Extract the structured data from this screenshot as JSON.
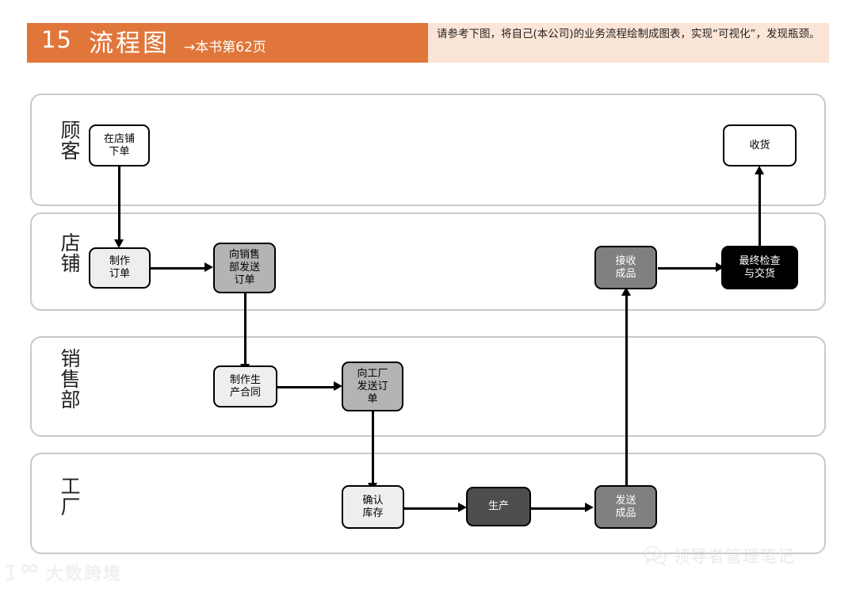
{
  "header": {
    "number": "15",
    "title": "流程图",
    "subtitle": "→本书第62页",
    "description": "请参考下图，将自己(本公司)的业务流程绘制成图表，实现“可视化”，发现瓶颈。",
    "accent_color": "#e1763b",
    "background_color": "#fbe5d6"
  },
  "lanes": [
    {
      "label": "顾\n客",
      "name": "customer"
    },
    {
      "label": "店\n铺",
      "name": "store"
    },
    {
      "label": "销\n售\n部",
      "name": "sales-dept"
    },
    {
      "label": "工\n厂",
      "name": "factory"
    }
  ],
  "nodes": [
    {
      "id": "order-in-store",
      "label": "在店铺\n下单",
      "lane": "customer",
      "fill": "#ffffff",
      "text_color": "#000000"
    },
    {
      "id": "receive-goods",
      "label": "收货",
      "lane": "customer",
      "fill": "#ffffff",
      "text_color": "#000000"
    },
    {
      "id": "create-order",
      "label": "制作\n订单",
      "lane": "store",
      "fill": "#eeeeee",
      "text_color": "#000000"
    },
    {
      "id": "send-order-sales",
      "label": "向销售\n部发送\n订单",
      "lane": "store",
      "fill": "#b4b4b4",
      "text_color": "#000000"
    },
    {
      "id": "receive-product",
      "label": "接收\n成品",
      "lane": "store",
      "fill": "#808080",
      "text_color": "#ffffff"
    },
    {
      "id": "final-check",
      "label": "最终检查\n与交货",
      "lane": "store",
      "fill": "#000000",
      "text_color": "#ffffff"
    },
    {
      "id": "make-contract",
      "label": "制作生\n产合同",
      "lane": "sales-dept",
      "fill": "#eeeeee",
      "text_color": "#000000"
    },
    {
      "id": "send-order-fact",
      "label": "向工厂\n发送订\n单",
      "lane": "sales-dept",
      "fill": "#b4b4b4",
      "text_color": "#000000"
    },
    {
      "id": "check-stock",
      "label": "确认\n库存",
      "lane": "factory",
      "fill": "#eeeeee",
      "text_color": "#000000"
    },
    {
      "id": "produce",
      "label": "生产",
      "lane": "factory",
      "fill": "#4d4d4d",
      "text_color": "#ffffff"
    },
    {
      "id": "send-finished",
      "label": "发送\n成品",
      "lane": "factory",
      "fill": "#808080",
      "text_color": "#ffffff"
    }
  ],
  "flow": [
    {
      "from": "order-in-store",
      "to": "create-order",
      "direction": "down"
    },
    {
      "from": "create-order",
      "to": "send-order-sales",
      "direction": "right"
    },
    {
      "from": "send-order-sales",
      "to": "make-contract",
      "direction": "down"
    },
    {
      "from": "make-contract",
      "to": "send-order-fact",
      "direction": "right"
    },
    {
      "from": "send-order-fact",
      "to": "check-stock",
      "direction": "down"
    },
    {
      "from": "check-stock",
      "to": "produce",
      "direction": "right"
    },
    {
      "from": "produce",
      "to": "send-finished",
      "direction": "right"
    },
    {
      "from": "send-finished",
      "to": "receive-product",
      "direction": "up"
    },
    {
      "from": "receive-product",
      "to": "final-check",
      "direction": "right"
    },
    {
      "from": "final-check",
      "to": "receive-goods",
      "direction": "up"
    }
  ],
  "watermarks": {
    "right_text": "领导者管理笔记",
    "right_icon": "wechat-icon",
    "left_text": "大数跨境",
    "left_icon": "dashukuajing-logo"
  }
}
